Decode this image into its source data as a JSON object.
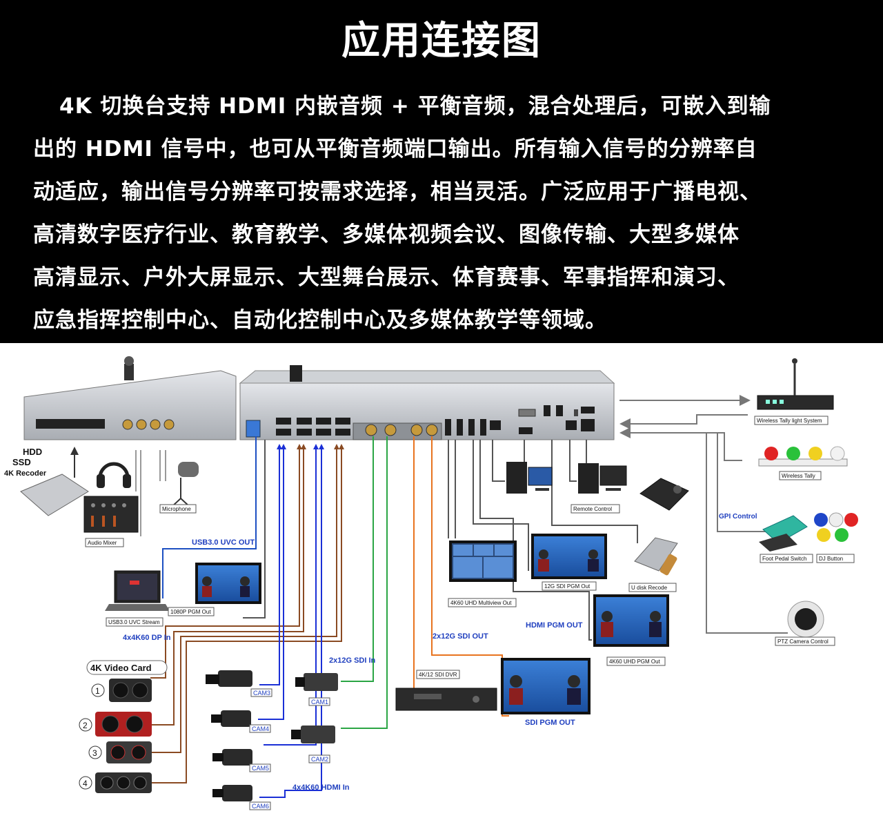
{
  "title": "应用连接图",
  "description_lines": [
    "4K 切换台支持 HDMI 内嵌音频 + 平衡音频，混合处理后，可嵌入到输",
    "出的 HDMI 信号中，也可从平衡音频端口输出。所有输入信号的分辨率自",
    "动适应，输出信号分辨率可按需求选择，相当灵活。广泛应用于广播电视、",
    "高清数字医疗行业、教育教学、多媒体视频会议、图像传输、大型多媒体",
    "高清显示、户外大屏显示、大型舞台展示、体育赛事、军事指挥和演习、",
    "应急指挥控制中心、自动化控制中心及多媒体教学等领域。"
  ],
  "labels": {
    "hdd": "HDD",
    "ssd": "SSD",
    "recoder": "4K Recoder",
    "audio_mixer": "Audio Mixer",
    "microphone": "Microphone",
    "usb_uvc_out": "USB3.0 UVC OUT",
    "usb_uvc_stream": "USB3.0 UVC Stream",
    "pgm_1080p": "1080P PGM Out",
    "dp_in": "4x4K60 DP In",
    "video_card": "4K Video Card",
    "card_nums": [
      "1",
      "2",
      "3",
      "4"
    ],
    "cam3": "CAM3",
    "cam4": "CAM4",
    "cam5": "CAM5",
    "cam6": "CAM6",
    "cam1": "CAM1",
    "cam2": "CAM2",
    "sdi_in": "2x12G SDI In",
    "hdmi_in": "4x4K60 HDMI In",
    "sdi_out": "2x12G SDI  OUT",
    "sdi_dvr": "4K/12 SDI DVR",
    "sdi_pgm_out": "SDI PGM OUT",
    "multiview_out": "4K60 UHD Multiview Out",
    "sdi_pgm_12g": "12G SDI  PGM Out",
    "u_disk": "U disk Recode",
    "hdmi_pgm_out": "HDMI PGM OUT",
    "uhd_pgm_out": "4K60 UHD PGM Out",
    "remote_control": "Remote Control",
    "wireless_tally_system": "Wireless Tally light System",
    "wireless_tally": "Wireless Tally",
    "gpi_control": "GPI Control",
    "foot_pedal": "Foot Pedal Switch",
    "dj_button": "DJ Button",
    "ptz": "PTZ Camera Control"
  },
  "colors": {
    "usb": "#1c4fc2",
    "hdmi_in": "#1a2fd6",
    "dp_in": "#8a4a22",
    "sdi_in": "#2aa544",
    "sdi_out": "#e8731e",
    "hdmi_out": "#555555",
    "blue_text": "#1f3fbf"
  }
}
